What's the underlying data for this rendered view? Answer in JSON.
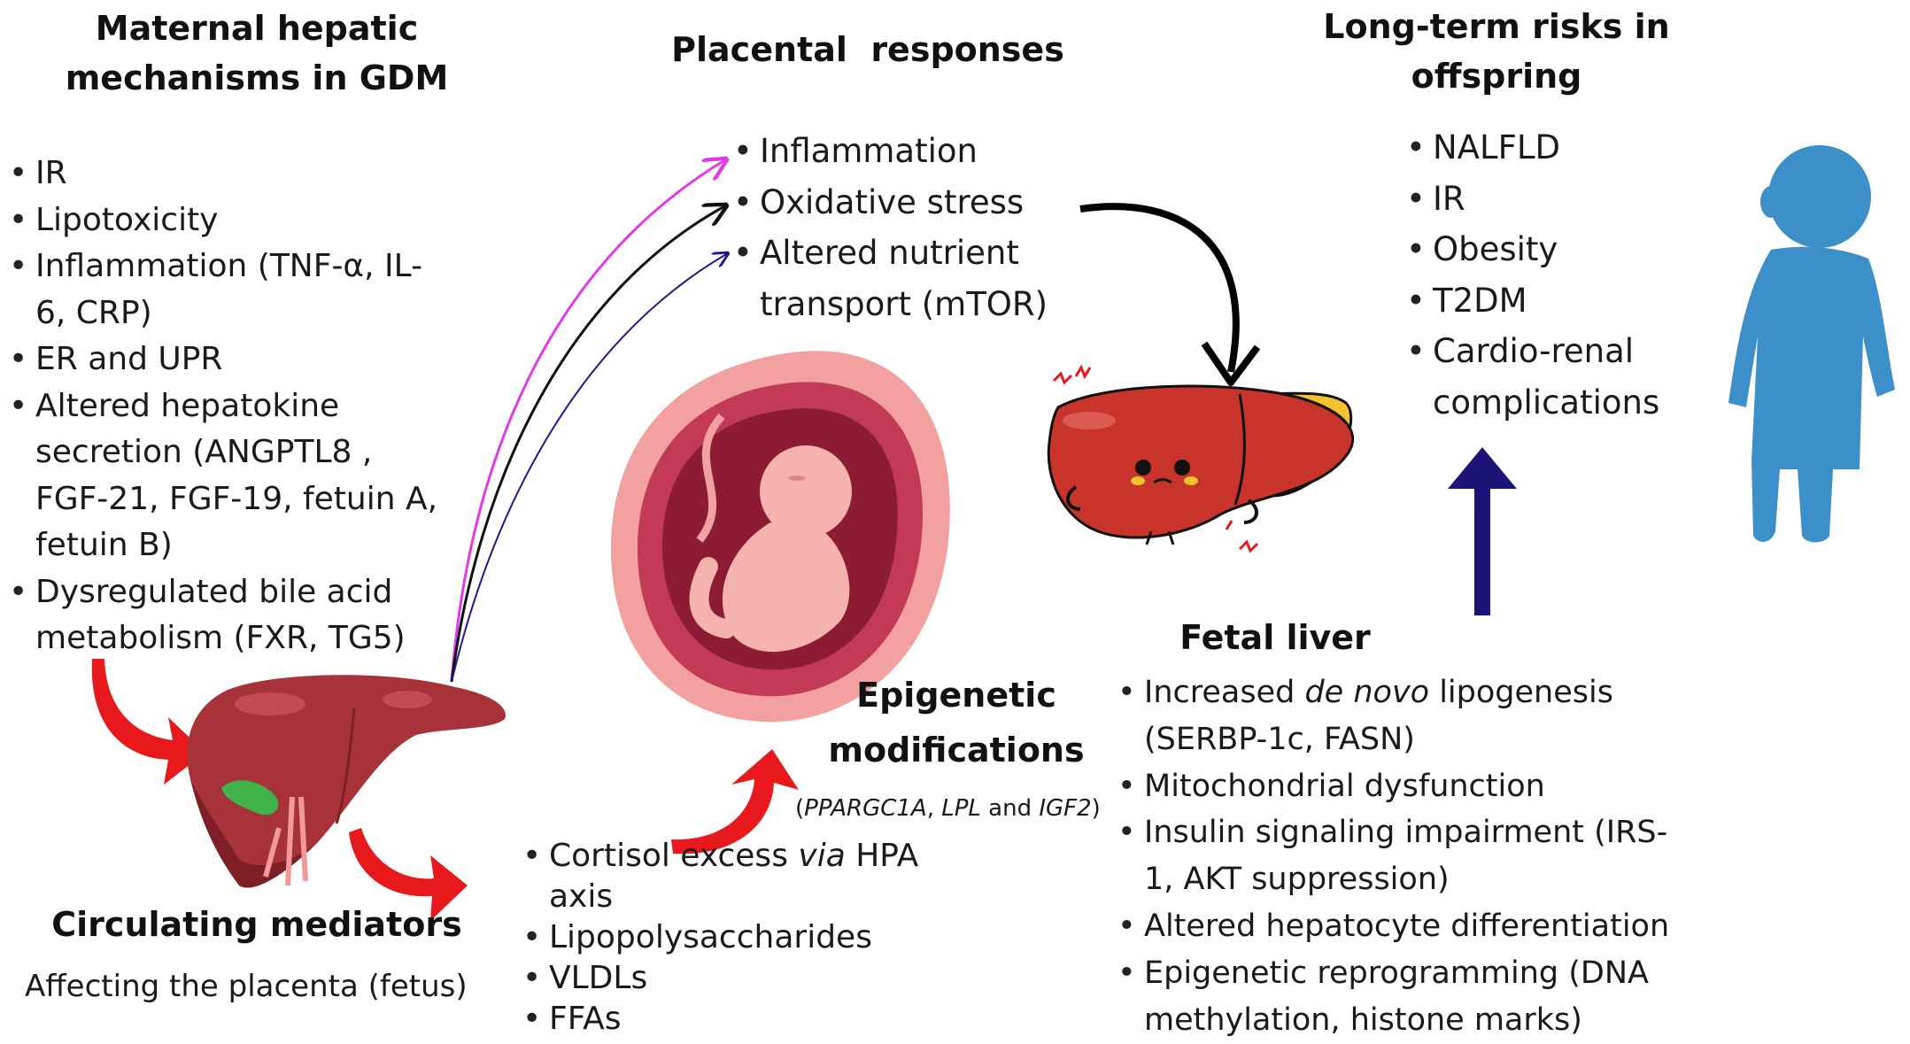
{
  "sections": {
    "maternal": {
      "title_line1": "Maternal hepatic",
      "title_line2": "mechanisms in GDM",
      "items": [
        "IR",
        "Lipotoxicity",
        "Inflammation (TNF-α, IL-6, CRP)",
        "ER and UPR",
        "Altered hepatokine secretion (ANGPTL8 , FGF-21,  FGF-19, fetuin A, fetuin B)",
        "Dysregulated bile acid metabolism (FXR, TG5)"
      ]
    },
    "placental": {
      "title": "Placental  responses",
      "items": [
        "Inflammation",
        "Oxidative stress",
        "Altered nutrient transport (mTOR)"
      ]
    },
    "risks": {
      "title_line1": "Long-term risks in",
      "title_line2": "offspring",
      "items": [
        "NALFLD",
        "IR",
        "Obesity",
        "T2DM",
        "Cardio-renal complications"
      ]
    },
    "circulating": {
      "title": "Circulating mediators",
      "subtitle": "Affecting the placenta (fetus)",
      "items": [
        {
          "pre": "Cortisol excess ",
          "em": "via",
          "post": " HPA axis"
        },
        {
          "pre": "Lipopolysaccharides",
          "em": "",
          "post": ""
        },
        {
          "pre": "VLDLs",
          "em": "",
          "post": ""
        },
        {
          "pre": "FFAs",
          "em": "",
          "post": ""
        }
      ]
    },
    "epigenetic": {
      "title_line1": "Epigenetic",
      "title_line2": "modifications",
      "genes_open": "(",
      "gene1": "PPARGC1A",
      "sep1": ", ",
      "gene2": "LPL",
      "sep2": " and ",
      "gene3": "IGF2",
      "genes_close": ")"
    },
    "fetal": {
      "title": "Fetal liver",
      "items": [
        {
          "pre": "Increased ",
          "em": "de novo",
          "post": " lipogenesis (SERBP-1c, FASN)"
        },
        {
          "pre": "Mitochondrial dysfunction",
          "em": "",
          "post": ""
        },
        {
          "pre": "Insulin signaling impairment (IRS-1, AKT suppression)",
          "em": "",
          "post": ""
        },
        {
          "pre": "Altered hepatocyte differentiation",
          "em": "",
          "post": ""
        },
        {
          "pre": "Epigenetic reprogramming (DNA methylation, histone marks)",
          "em": "",
          "post": ""
        }
      ]
    }
  },
  "colors": {
    "liver_main": "#a8323a",
    "liver_dark": "#7e1f27",
    "gallbladder": "#3fb34a",
    "cartoon_liver": "#c8332a",
    "cartoon_bile": "#f2c230",
    "uterus_outer": "#f2a0a0",
    "uterus_inner": "#8c1c34",
    "fetus": "#f6b3ae",
    "red_arrow": "#e8191c",
    "magenta_arrow": "#e23ae8",
    "blue_arrow": "#1d1a8c",
    "navy_arrow": "#1c1577",
    "child": "#3d8fc9"
  },
  "icons": [
    "maternal-liver",
    "uterus-fetus",
    "cartoon-fetal-liver",
    "child-silhouette"
  ]
}
